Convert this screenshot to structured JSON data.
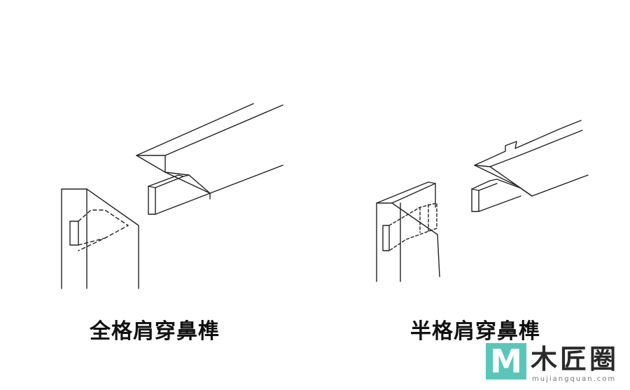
{
  "captions": {
    "left": "全格肩穿鼻榫",
    "right": "半格肩穿鼻榫"
  },
  "watermark": {
    "letter": "M",
    "name": "木匠圈",
    "url": "mujiangquan.com",
    "accent": "#58c7ba"
  },
  "colors": {
    "line": "#222222",
    "background": "#ffffff"
  }
}
